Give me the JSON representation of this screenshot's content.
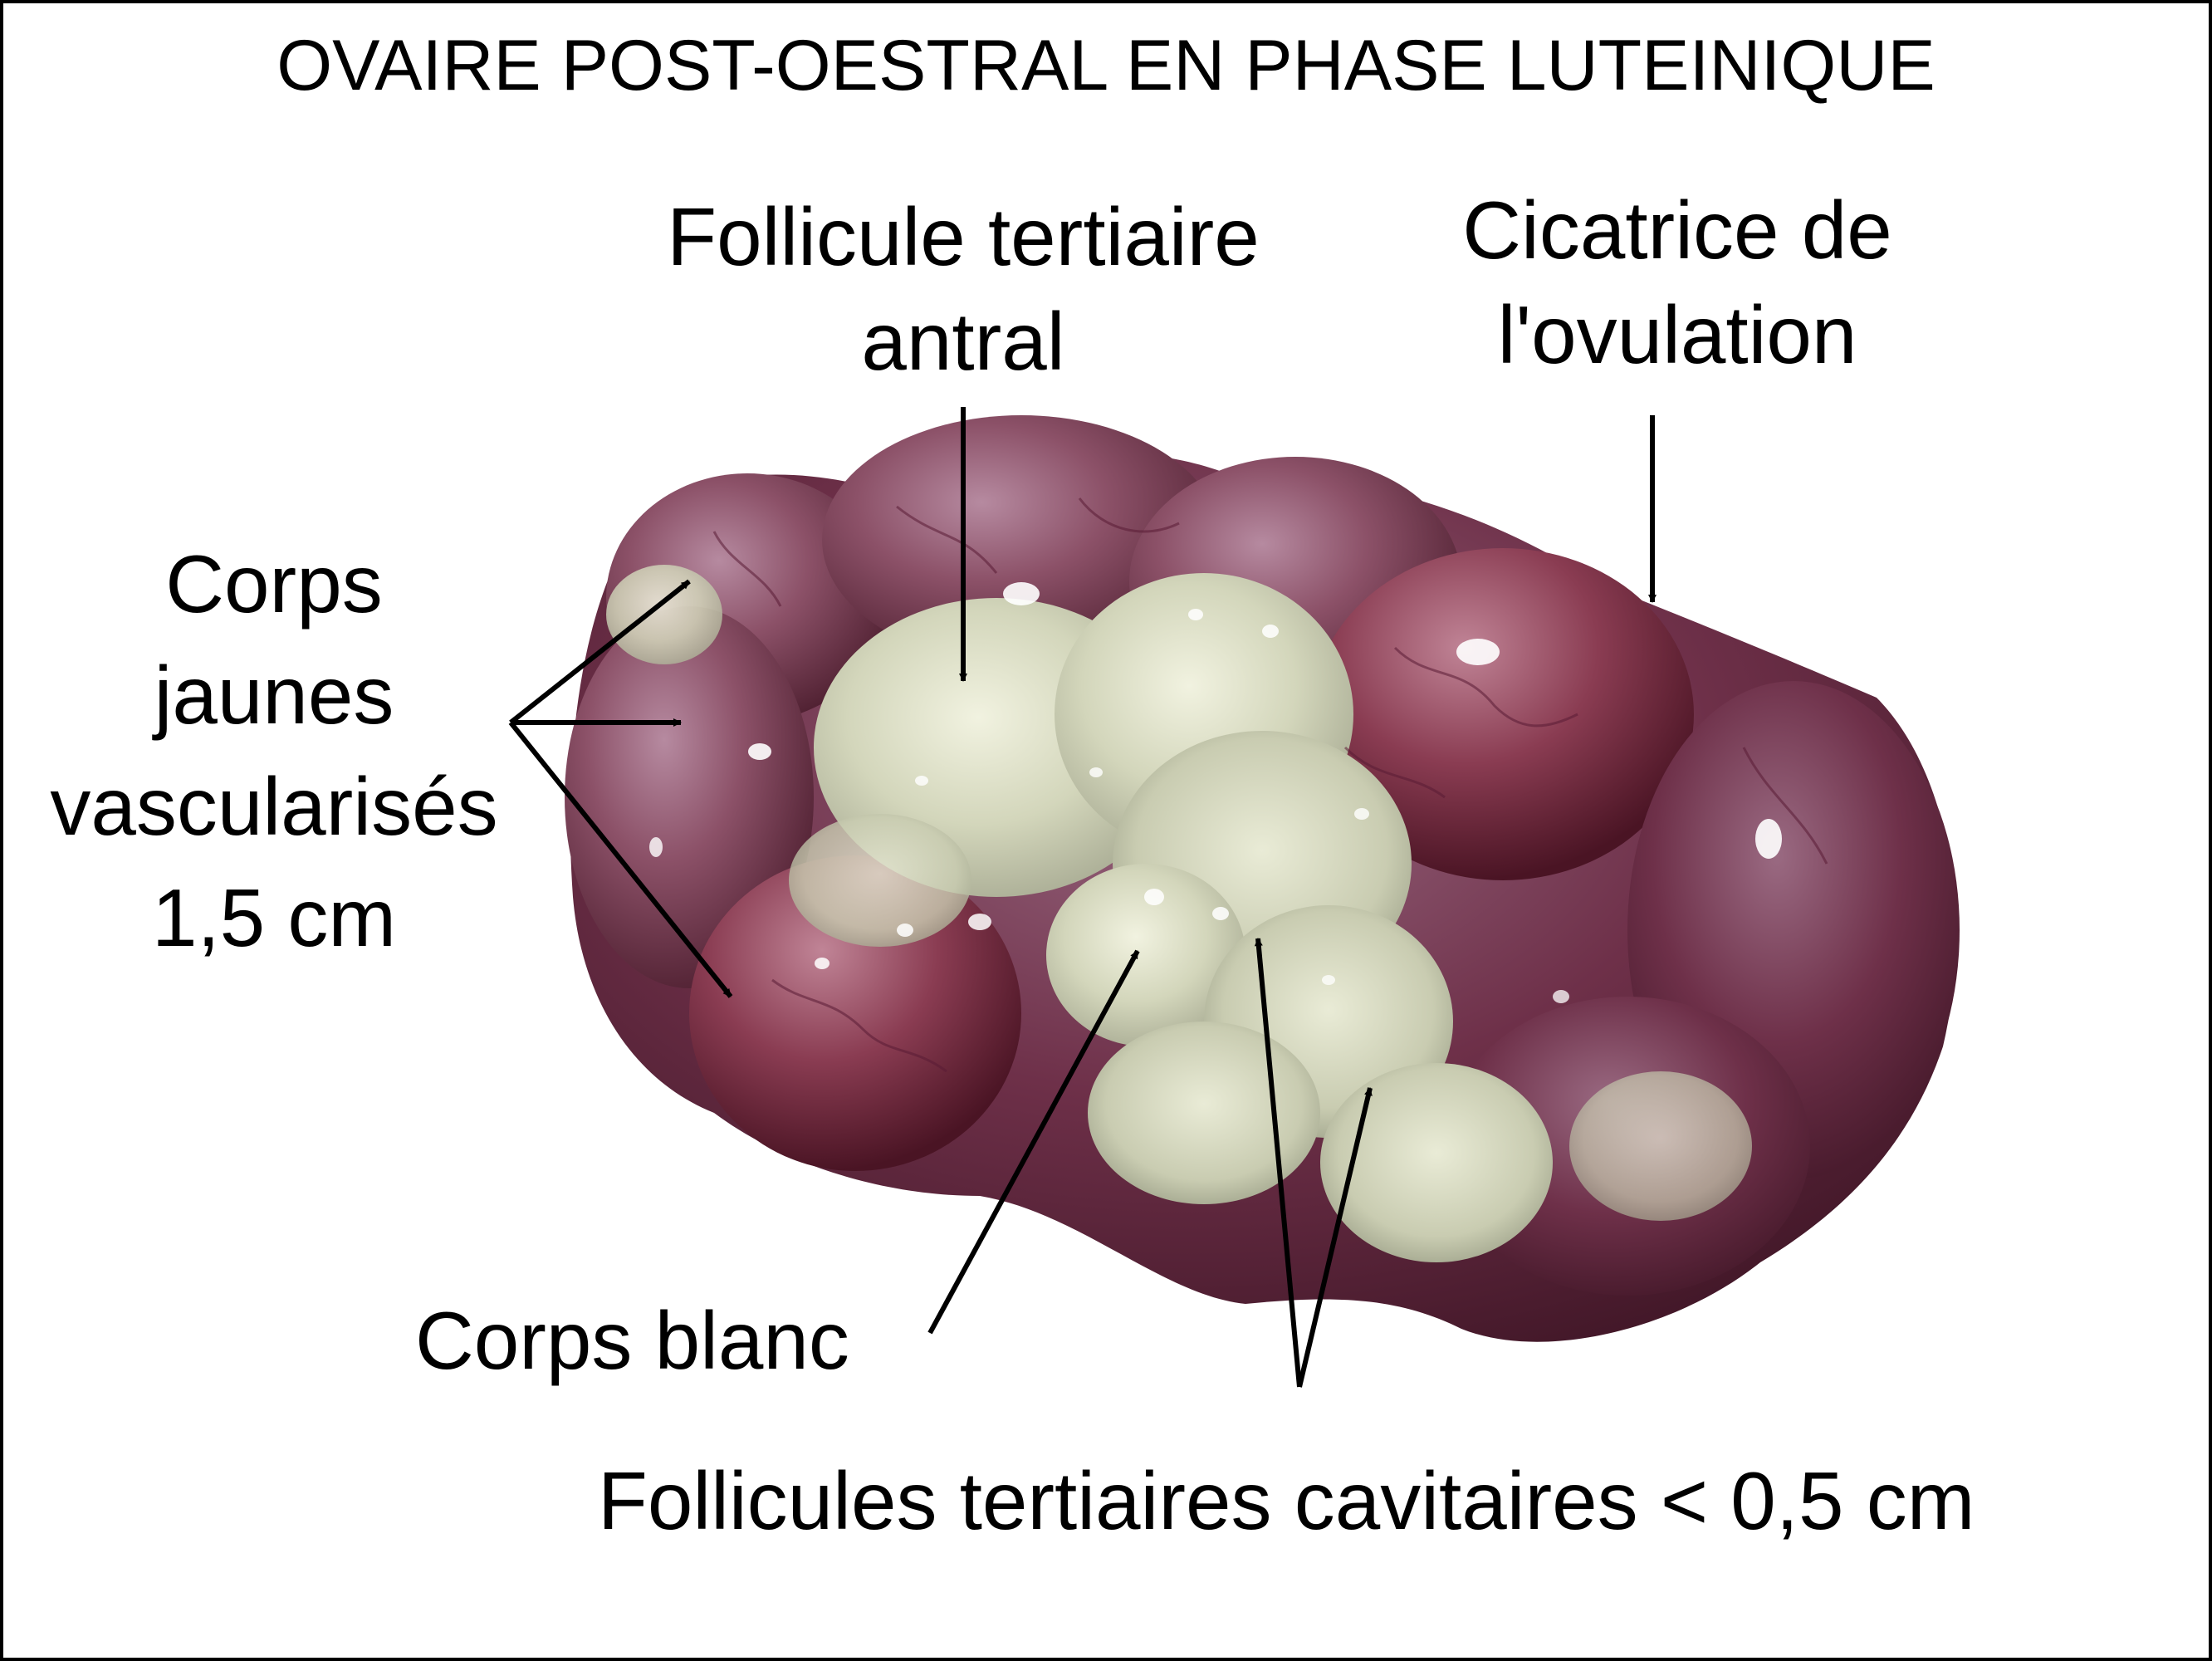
{
  "title": "OVAIRE POST-OESTRAL EN PHASE LUTEINIQUE",
  "labels": {
    "follicule_antral": [
      "Follicule tertiaire",
      "antral"
    ],
    "cicatrice": [
      "Cicatrice de",
      "l'ovulation"
    ],
    "corps_jaunes": [
      "Corps",
      "jaunes",
      "vascularisés",
      "1,5 cm"
    ],
    "corps_blanc": "Corps blanc",
    "follicules_cavitaires": "Follicules tertiaires cavitaires < 0,5 cm"
  },
  "colors": {
    "border": "#000000",
    "text": "#000000",
    "corpus_luteum": "#7a3c4f",
    "corpus_luteum_light": "#a8798c",
    "follicle": "#d9dcc4",
    "follicle_light": "#eef0dc"
  }
}
